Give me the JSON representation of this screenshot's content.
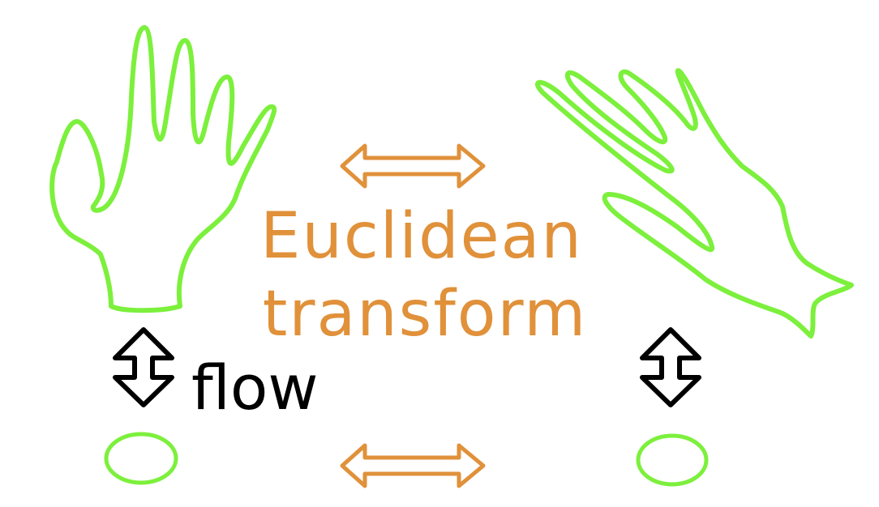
{
  "labels": {
    "transform_line1": "Euclidean",
    "transform_line2": "transform",
    "flow": "flow"
  },
  "colors": {
    "shape_green": "#7CF03C",
    "transform_orange": "#E0913A",
    "arrow_black": "#000000",
    "background": "#FFFFFF"
  },
  "icons": {
    "left_shape": "hand-icon",
    "right_shape": "hand-icon",
    "left_circle": "circle-icon",
    "right_circle": "circle-icon",
    "top_arrow": "double-arrow-horizontal-icon",
    "bottom_arrow": "double-arrow-horizontal-icon",
    "left_flow_arrow": "double-arrow-vertical-icon",
    "right_flow_arrow": "double-arrow-vertical-icon"
  }
}
